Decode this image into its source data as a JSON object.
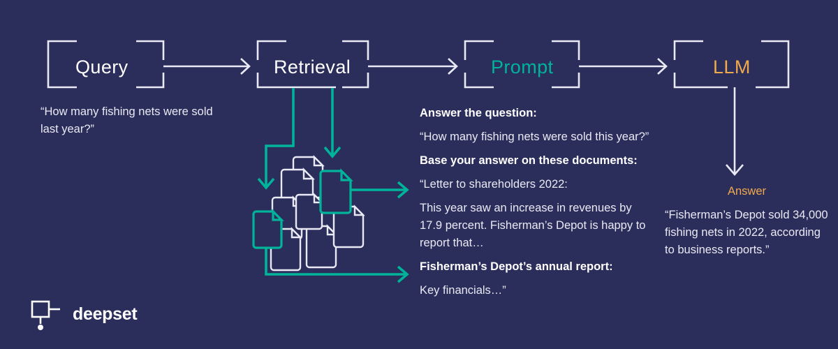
{
  "theme": {
    "background": "#2b2d5b",
    "line_white": "#e9eaf5",
    "teal": "#00b39b",
    "orange": "#f0a94c",
    "text": "#e9eaf5"
  },
  "pipeline": {
    "stages": [
      {
        "id": "query",
        "label": "Query",
        "color": "#ffffff"
      },
      {
        "id": "retrieval",
        "label": "Retrieval",
        "color": "#ffffff"
      },
      {
        "id": "prompt",
        "label": "Prompt",
        "color": "#00b39b"
      },
      {
        "id": "llm",
        "label": "LLM",
        "color": "#f0a94c"
      }
    ]
  },
  "query_block": {
    "text": "“How many fishing nets were sold last year?”"
  },
  "prompt_block": {
    "lines": [
      {
        "text": "Answer the question:",
        "bold": true
      },
      {
        "text": "“How many fishing nets were sold this year?”",
        "bold": false
      },
      {
        "text": "Base your answer on these documents:",
        "bold": true
      },
      {
        "text": "“Letter to shareholders 2022:",
        "bold": false
      },
      {
        "text": "This year saw an increase in revenues by 17.9 percent. Fisherman’s Depot is happy to report that…",
        "bold": false
      },
      {
        "text": "Fisherman’s Depot’s annual report:",
        "bold": true
      },
      {
        "text": "Key financials…”",
        "bold": false
      }
    ],
    "heading_1": "Answer the question:",
    "question": "“How many fishing nets were sold this year?”",
    "heading_2": "Base your answer on these documents:",
    "doc_1_title": "“Letter to shareholders 2022:",
    "doc_1_body": "This year saw an increase in revenues by 17.9 percent. Fisherman’s Depot is happy to report that…",
    "doc_2_title": "Fisherman’s Depot’s annual report:",
    "doc_2_body": "Key financials…”"
  },
  "answer_block": {
    "title": "Answer",
    "text": "“Fisherman’s Depot sold 34,000 fishing nets in 2022, according to business reports.”"
  },
  "logo": {
    "wordmark": "deepset",
    "mark": "deepset-mark-icon"
  },
  "documents": {
    "highlight_color": "#00b39b",
    "outline_color": "#e9eaf5",
    "count": 10,
    "highlighted_count": 2
  }
}
